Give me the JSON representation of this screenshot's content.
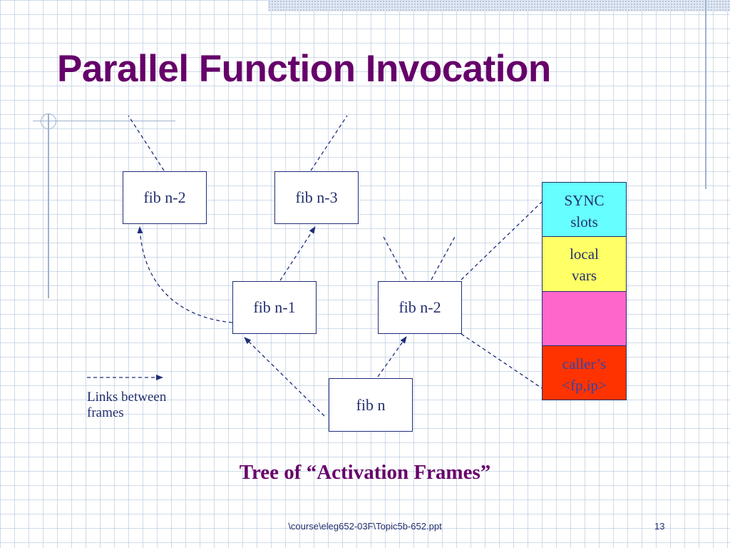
{
  "slide": {
    "title": "Parallel Function Invocation",
    "caption": "Tree of “Activation Frames”",
    "footer": "\\course\\eleg652-03F\\Topic5b-652.ppt",
    "page_number": "13"
  },
  "frames": [
    {
      "id": "fib-n-2-top",
      "label": "fib n-2"
    },
    {
      "id": "fib-n-3",
      "label": "fib n-3"
    },
    {
      "id": "fib-n-1",
      "label": "fib n-1"
    },
    {
      "id": "fib-n-2-mid",
      "label": "fib n-2"
    },
    {
      "id": "fib-n",
      "label": "fib n"
    }
  ],
  "activation_frame": {
    "slots": [
      {
        "lines": [
          "SYNC",
          "slots"
        ],
        "color": "#66ffff"
      },
      {
        "lines": [
          "local",
          "vars"
        ],
        "color": "#ffff66"
      },
      {
        "lines": [],
        "color": "#ff66cc"
      },
      {
        "lines": [
          "caller’s",
          "<fp,ip>"
        ],
        "color": "#ff3300"
      }
    ]
  },
  "legend": {
    "text": "Links between frames"
  },
  "colors": {
    "title": "#66006a",
    "text": "#23306e",
    "box_border": "#1f2d7a"
  }
}
